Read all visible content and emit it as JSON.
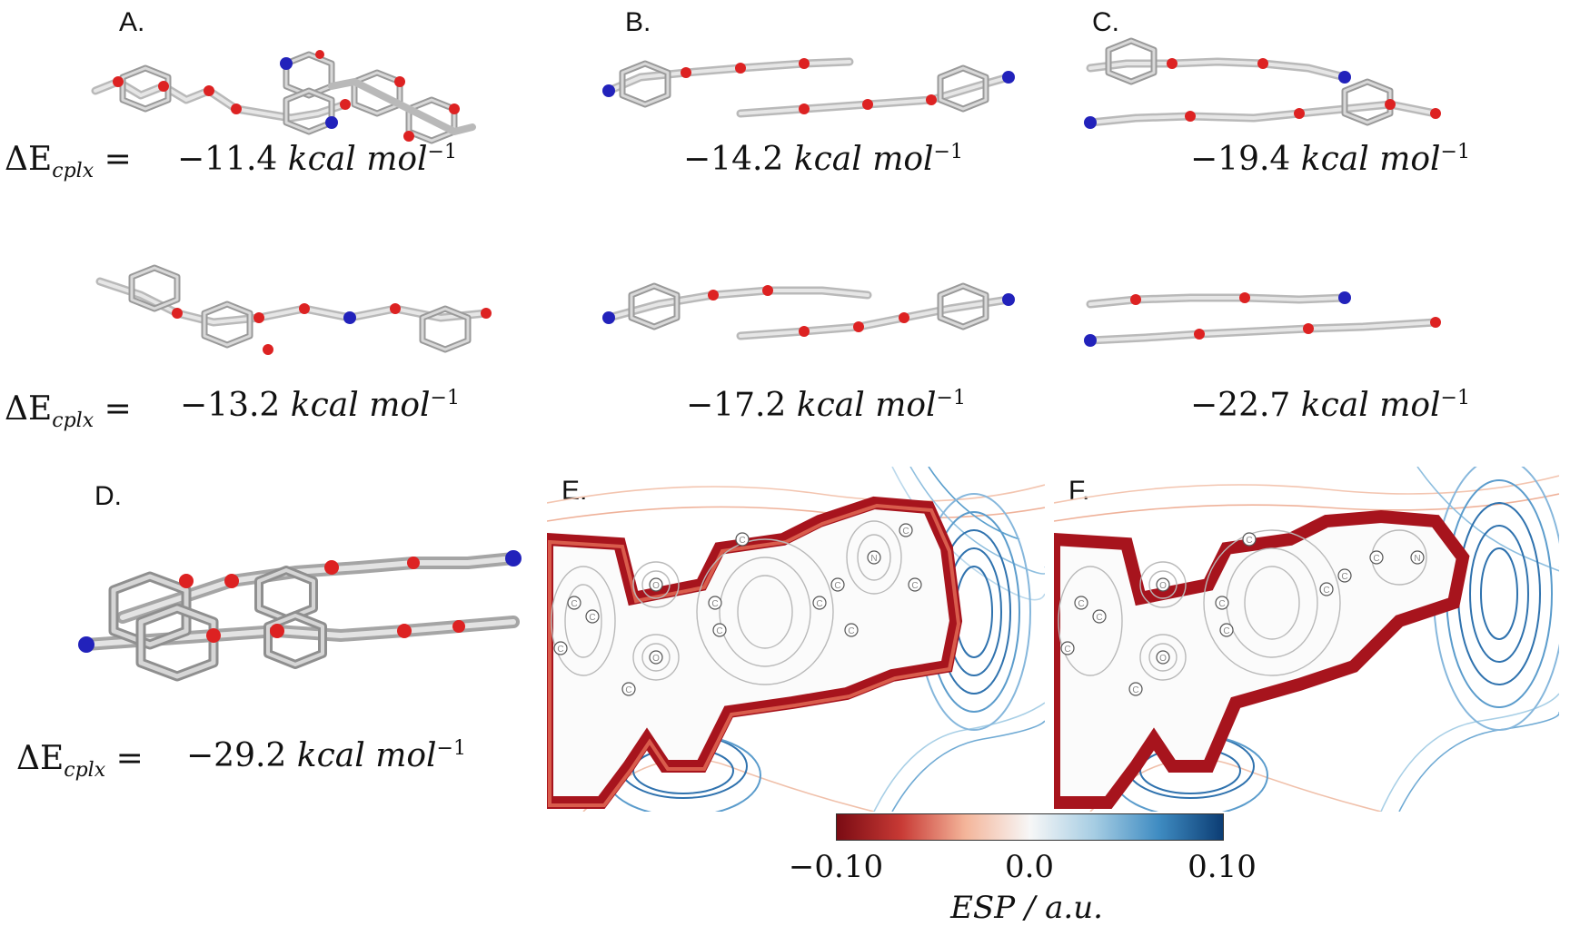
{
  "panels": {
    "A": {
      "label": "A.",
      "energy_top": "−11.4",
      "energy_bottom": "−13.2"
    },
    "B": {
      "label": "B.",
      "energy_top": "−14.2",
      "energy_bottom": "−17.2"
    },
    "C": {
      "label": "C.",
      "energy_top": "−19.4",
      "energy_bottom": "−22.7"
    },
    "D": {
      "label": "D.",
      "energy": "−29.2"
    },
    "E": {
      "label": "E."
    },
    "F": {
      "label": "F."
    }
  },
  "delta_label": {
    "symbol": "ΔE",
    "subscript": "cplx",
    "equals": "="
  },
  "unit": {
    "kcal": "kcal",
    "mol": "mol",
    "exp": "−1"
  },
  "atom_labels": {
    "carbon": "C",
    "oxygen": "O",
    "nitrogen": "N"
  },
  "colorbar": {
    "ticks": [
      "−0.10",
      "0.0",
      "0.10"
    ],
    "title": "ESP / a.u.",
    "colors": [
      "#7a0b13",
      "#c83a35",
      "#f4b59a",
      "#f7f7f7",
      "#a6cde3",
      "#3f8cc2",
      "#0c3d74"
    ]
  }
}
